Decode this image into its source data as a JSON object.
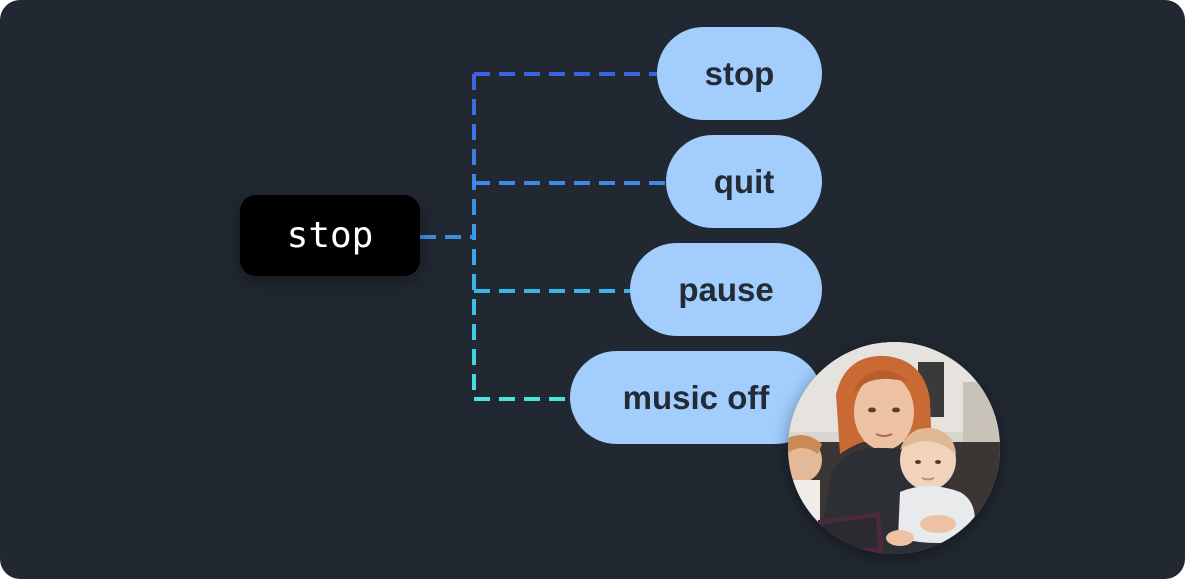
{
  "command": {
    "label": "stop"
  },
  "alternatives": [
    {
      "label": "stop"
    },
    {
      "label": "quit"
    },
    {
      "label": "pause"
    },
    {
      "label": "music off"
    }
  ],
  "colors": {
    "background": "#212831",
    "command_box": "#000000",
    "bubble": "#a2cdfc",
    "bubble_text": "#232b36",
    "connector_1": "#3a63e0",
    "connector_2": "#3b8ae6",
    "connector_3": "#38b6e6",
    "connector_4": "#4de3dc"
  },
  "avatar": {
    "icon": "user-photo-icon"
  }
}
